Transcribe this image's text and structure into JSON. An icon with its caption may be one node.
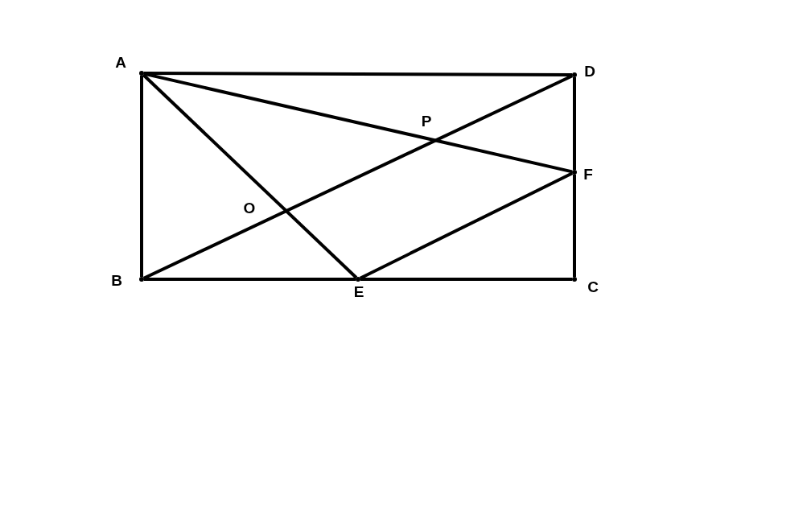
{
  "diagram": {
    "nodes": [
      {
        "text": [],
        "shape": "dot",
        "beside": [
          "A"
        ]
      },
      {
        "text": [],
        "shape": "dot",
        "beside": [
          "D"
        ]
      },
      {
        "text": [],
        "shape": "dot",
        "beside": [
          "F"
        ]
      },
      {
        "text": [],
        "shape": "dot",
        "beside": [
          "B"
        ]
      },
      {
        "text": [],
        "shape": "dot",
        "beside": [
          "E"
        ]
      },
      {
        "text": [],
        "shape": "dot",
        "beside": [
          "C"
        ]
      }
    ],
    "edges": [
      {
        "from": 0,
        "to": 1,
        "arrow": "none"
      },
      {
        "from": 0,
        "to": 3,
        "arrow": "none"
      },
      {
        "from": 1,
        "to": 2,
        "arrow": "none"
      },
      {
        "from": 2,
        "to": 5,
        "arrow": "none"
      },
      {
        "from": 3,
        "to": 4,
        "arrow": "none"
      },
      {
        "from": 4,
        "to": 5,
        "arrow": "none"
      },
      {
        "from": 0,
        "to": 2,
        "arrow": "none"
      },
      {
        "from": 0,
        "to": 4,
        "arrow": "none"
      },
      {
        "from": 3,
        "to": 1,
        "arrow": "none"
      },
      {
        "from": 4,
        "to": 2,
        "arrow": "none"
      }
    ],
    "labels": [
      "P",
      "O"
    ]
  }
}
